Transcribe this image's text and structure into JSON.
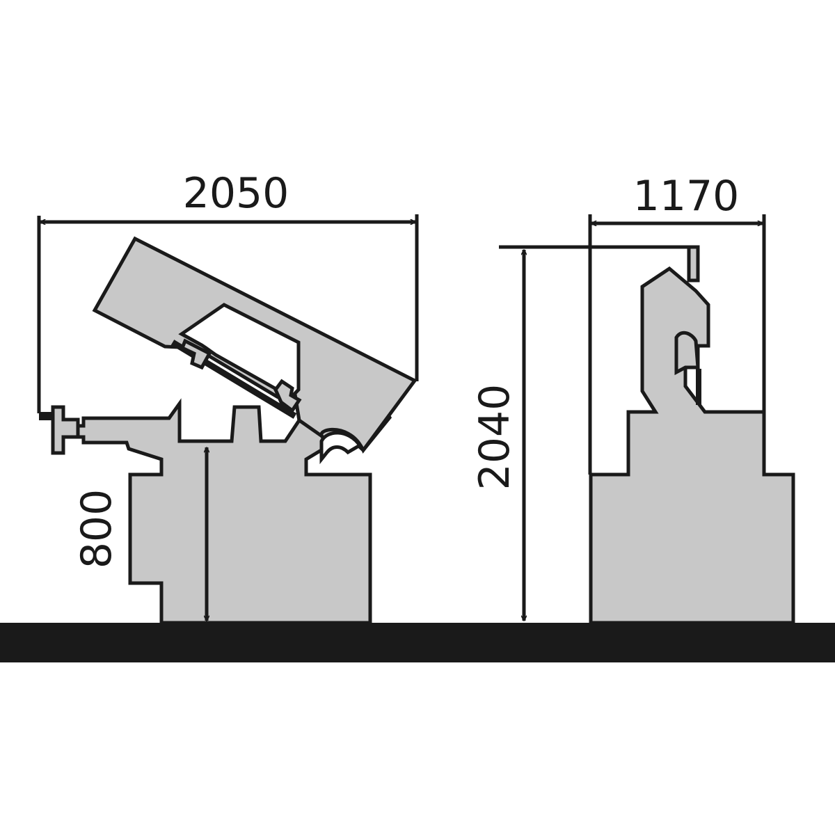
{
  "dimensions": {
    "side_length": "2050",
    "front_width": "1170",
    "total_height": "2040",
    "work_height": "800"
  },
  "colors": {
    "machine_fill": "#c8c8c8",
    "outline": "#1a1a1a",
    "floor": "#1a1a1a",
    "background": "#ffffff"
  }
}
